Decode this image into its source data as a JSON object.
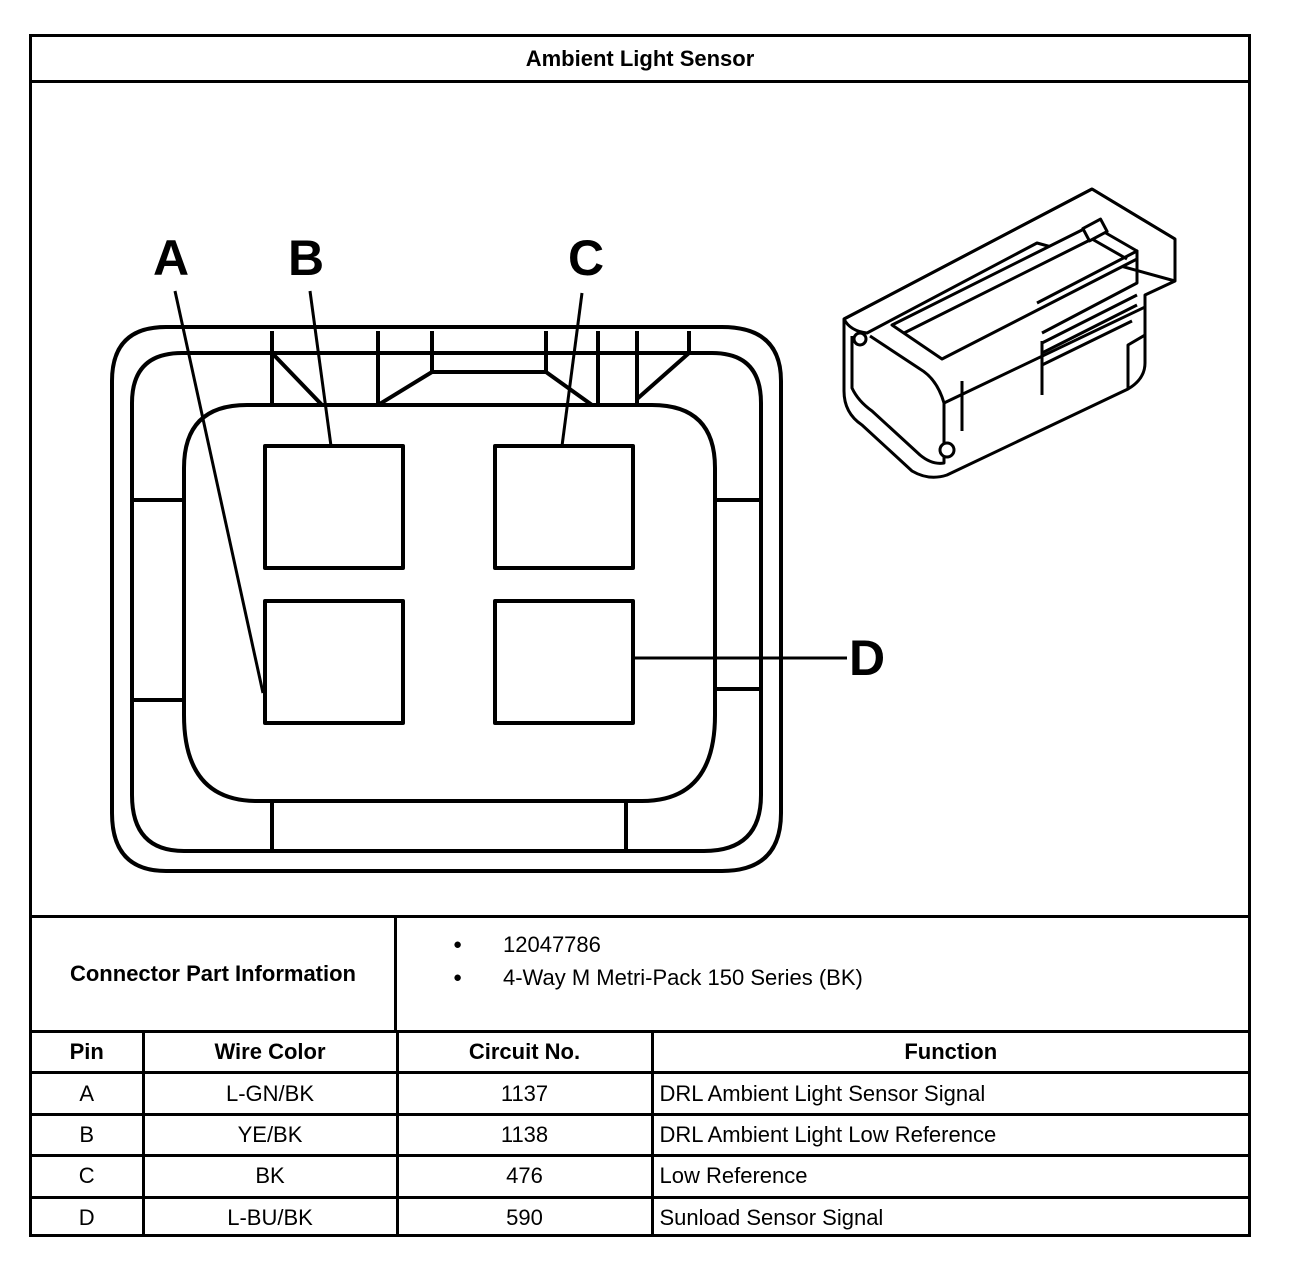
{
  "title": "Ambient Light Sensor",
  "diagram": {
    "pin_labels": [
      "A",
      "B",
      "C",
      "D"
    ]
  },
  "connector_info": {
    "label": "Connector Part Information",
    "items": [
      "12047786",
      "4-Way M Metri-Pack 150 Series (BK)"
    ]
  },
  "pin_table": {
    "headers": [
      "Pin",
      "Wire Color",
      "Circuit No.",
      "Function"
    ],
    "rows": [
      [
        "A",
        "L-GN/BK",
        "1137",
        "DRL Ambient Light Sensor Signal"
      ],
      [
        "B",
        "YE/BK",
        "1138",
        "DRL Ambient Light Low Reference"
      ],
      [
        "C",
        "BK",
        "476",
        "Low Reference"
      ],
      [
        "D",
        "L-BU/BK",
        "590",
        "Sunload Sensor Signal"
      ]
    ]
  }
}
